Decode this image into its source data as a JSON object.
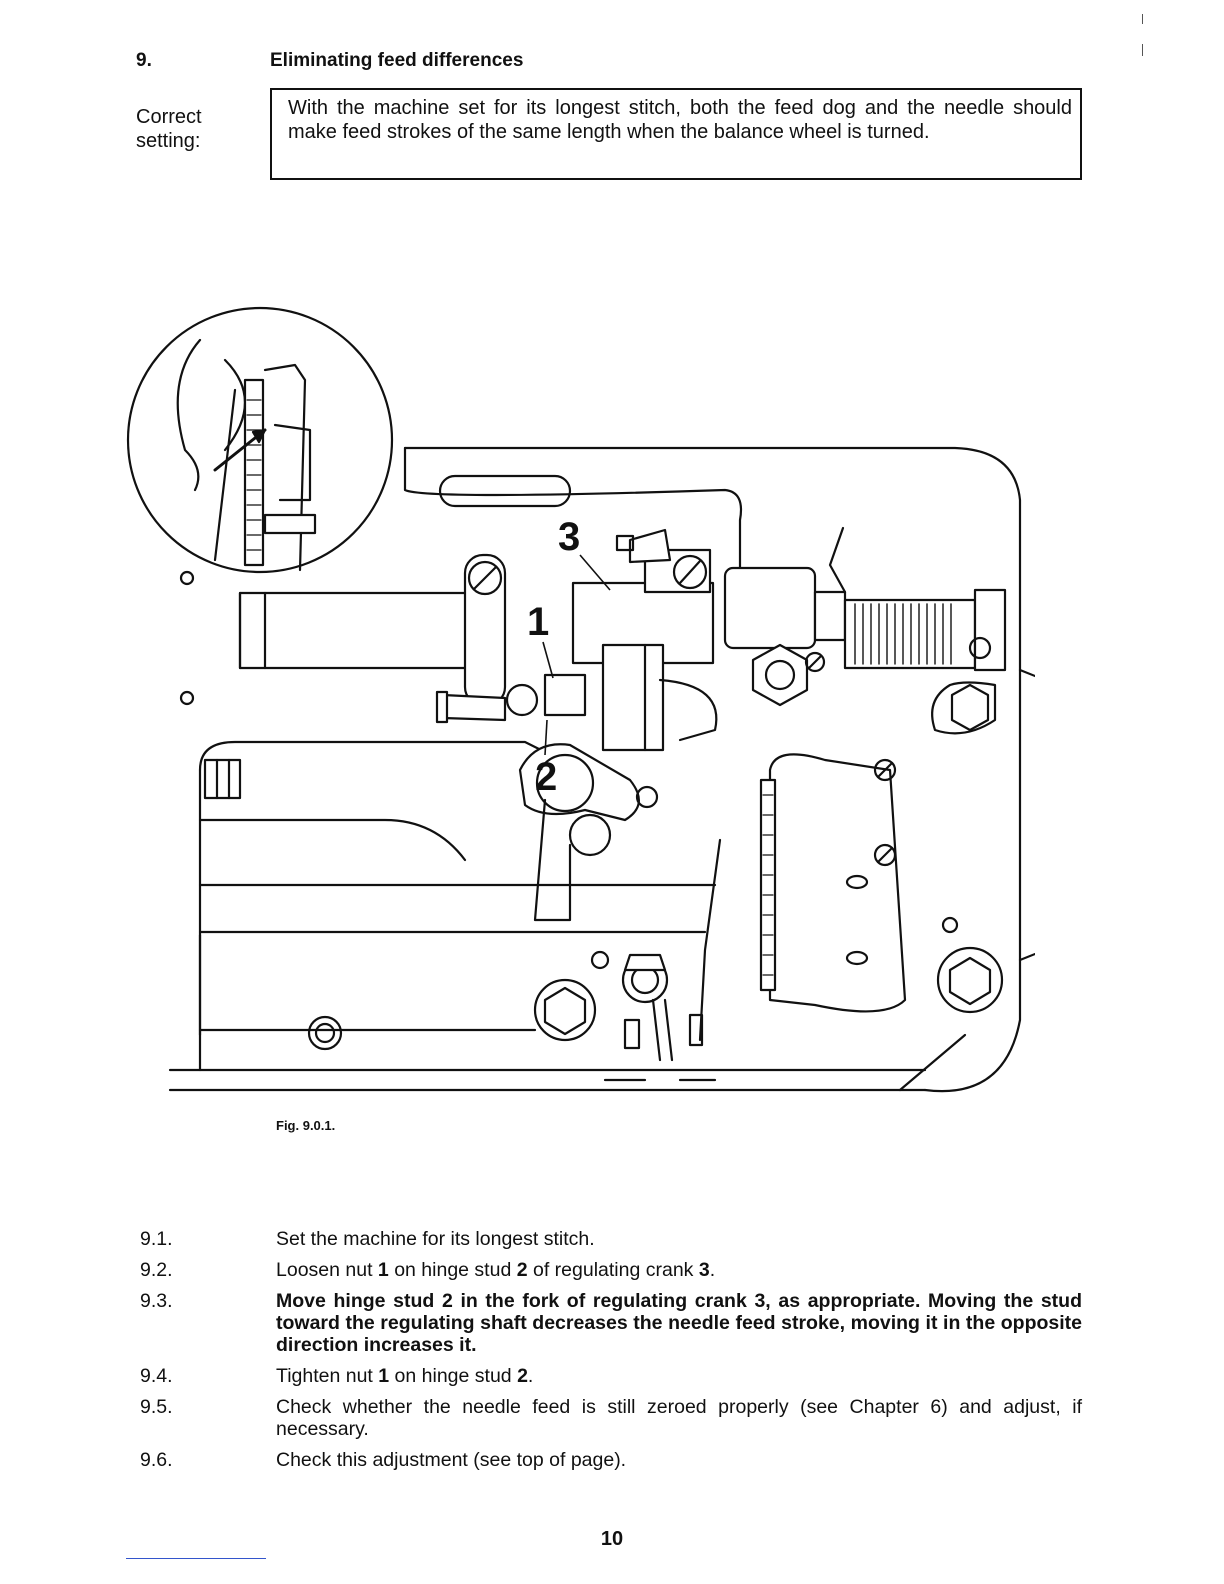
{
  "section": {
    "number": "9.",
    "title": "Eliminating feed differences"
  },
  "correct_setting": {
    "label": "Correct setting:",
    "text": "With the machine set for its longest stitch, both the feed dog and the needle should make feed strokes of the same length when the balance wheel is turned."
  },
  "figure": {
    "callouts": [
      "1",
      "2",
      "3"
    ],
    "caption": "Fig. 9.0.1."
  },
  "steps": [
    {
      "num": "9.1.",
      "parts": [
        {
          "t": "Set the machine for its longest stitch.",
          "b": false
        }
      ]
    },
    {
      "num": "9.2.",
      "parts": [
        {
          "t": "Loosen nut ",
          "b": false
        },
        {
          "t": "1",
          "b": true
        },
        {
          "t": " on hinge stud ",
          "b": false
        },
        {
          "t": "2",
          "b": true
        },
        {
          "t": " of regulating crank ",
          "b": false
        },
        {
          "t": "3",
          "b": true
        },
        {
          "t": ".",
          "b": false
        }
      ]
    },
    {
      "num": "9.3.",
      "parts": [
        {
          "t": "Move hinge stud 2 in the fork of regulating crank 3, as appropriate. Moving the stud toward the regulating shaft decreases the needle feed stroke, moving it in the opposite direction increases it.",
          "b": true
        }
      ]
    },
    {
      "num": "9.4.",
      "parts": [
        {
          "t": "Tighten nut ",
          "b": false
        },
        {
          "t": "1",
          "b": true
        },
        {
          "t": " on hinge stud ",
          "b": false
        },
        {
          "t": "2",
          "b": true
        },
        {
          "t": ".",
          "b": false
        }
      ]
    },
    {
      "num": "9.5.",
      "parts": [
        {
          "t": "Check whether the needle feed is still zeroed properly (see Chapter 6) and adjust, if necessary.",
          "b": false
        }
      ]
    },
    {
      "num": "9.6.",
      "parts": [
        {
          "t": "Check this adjustment (see top of page).",
          "b": false
        }
      ]
    }
  ],
  "page_number": "10"
}
